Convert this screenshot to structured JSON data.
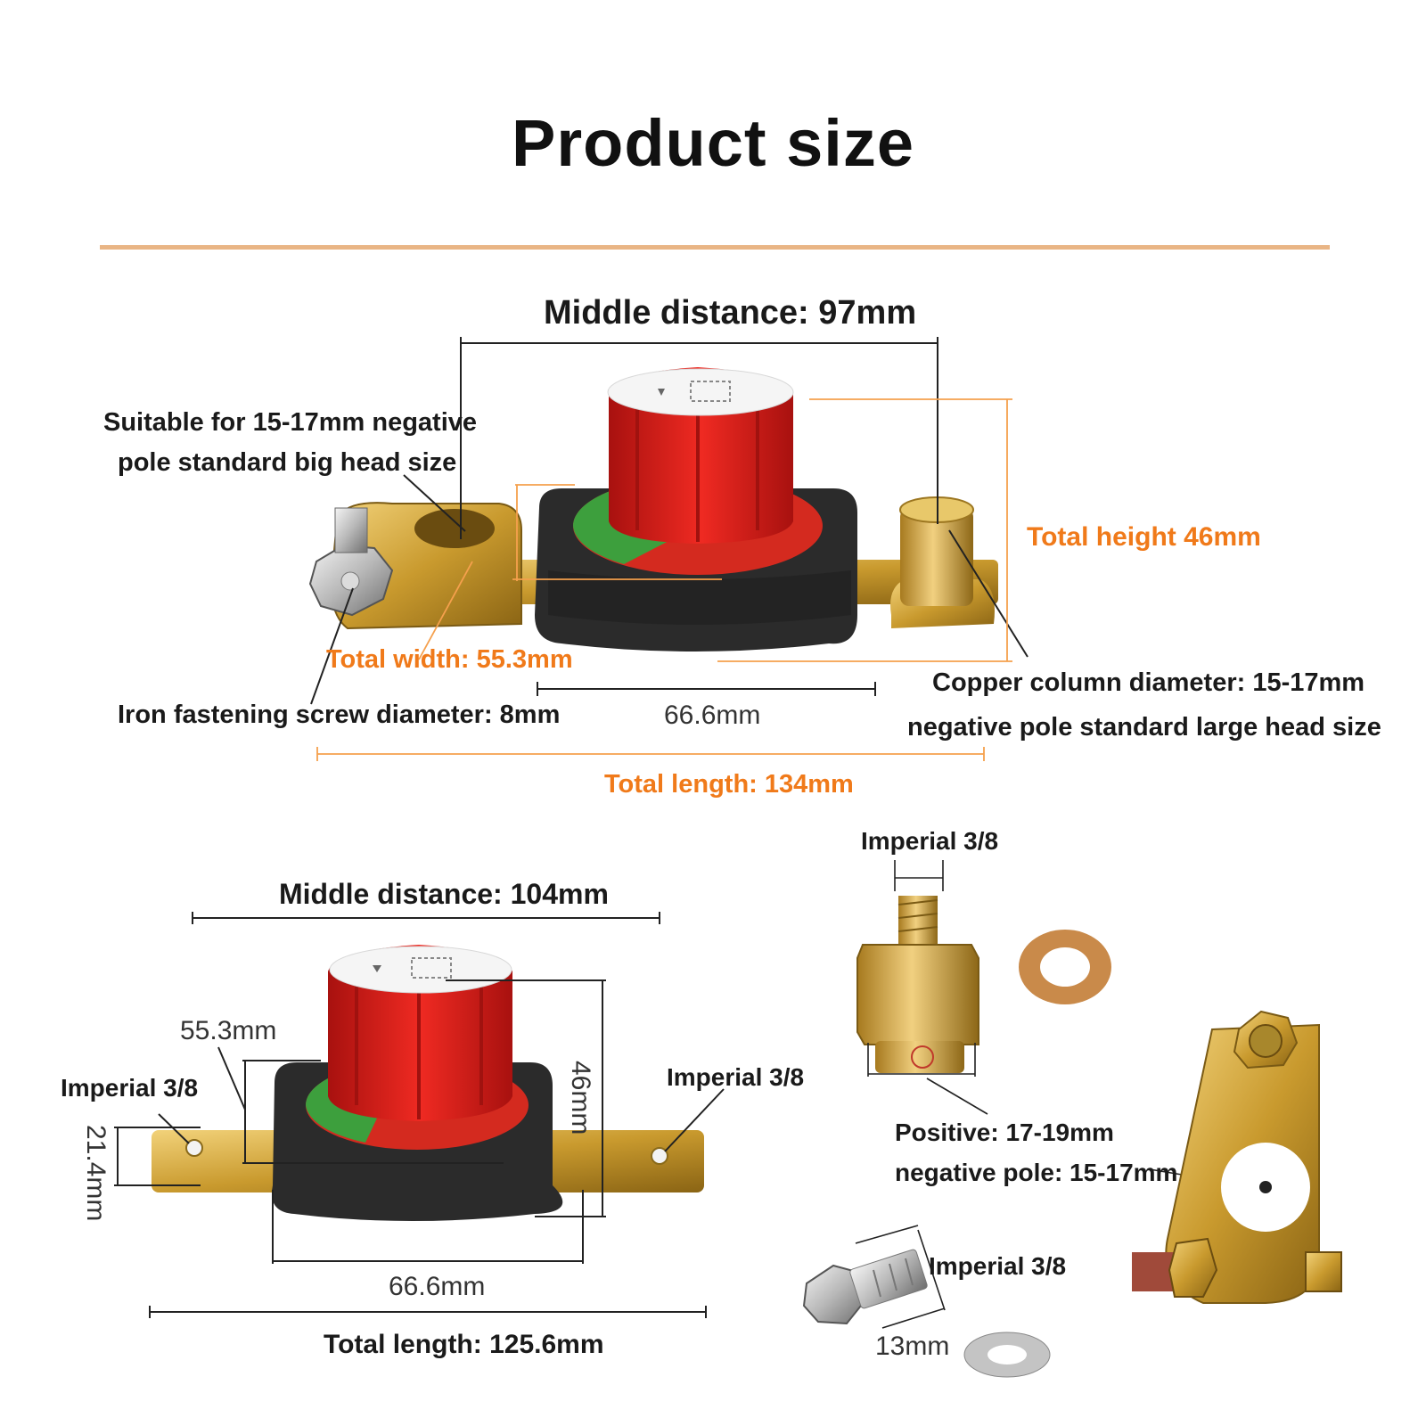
{
  "title": "Product size",
  "top_product": {
    "middle_distance": "Middle distance: 97mm",
    "suitable_line1": "Suitable for 15-17mm negative",
    "suitable_line2": "pole standard big head size",
    "total_height": "Total height 46mm",
    "total_width": "Total width: 55.3mm",
    "base_width": "66.6mm",
    "screw_diameter": "Iron fastening screw diameter: 8mm",
    "copper_line1": "Copper column diameter: 15-17mm",
    "copper_line2": "negative pole standard large head size",
    "total_length": "Total length: 134mm"
  },
  "bottom_product": {
    "middle_distance": "Middle distance: 104mm",
    "width": "55.3mm",
    "height": "46mm",
    "strap_width": "21.4mm",
    "left_hole": "Imperial 3/8",
    "right_hole": "Imperial 3/8",
    "base_width": "66.6mm",
    "total_length": "Total length: 125.6mm"
  },
  "accessories": {
    "post_thread": "Imperial 3/8",
    "positive_line1": "Positive: 17-19mm",
    "positive_line2": "negative pole: 15-17mm",
    "bolt_thread": "Imperial 3/8",
    "bolt_length": "13mm"
  },
  "colors": {
    "accent_orange": "#f07a1a",
    "divider": "#e9b585",
    "knob_red": "#d9201e",
    "base_black": "#2a2a2a",
    "brass": "#c9a23a",
    "green": "#3a9a3a"
  }
}
